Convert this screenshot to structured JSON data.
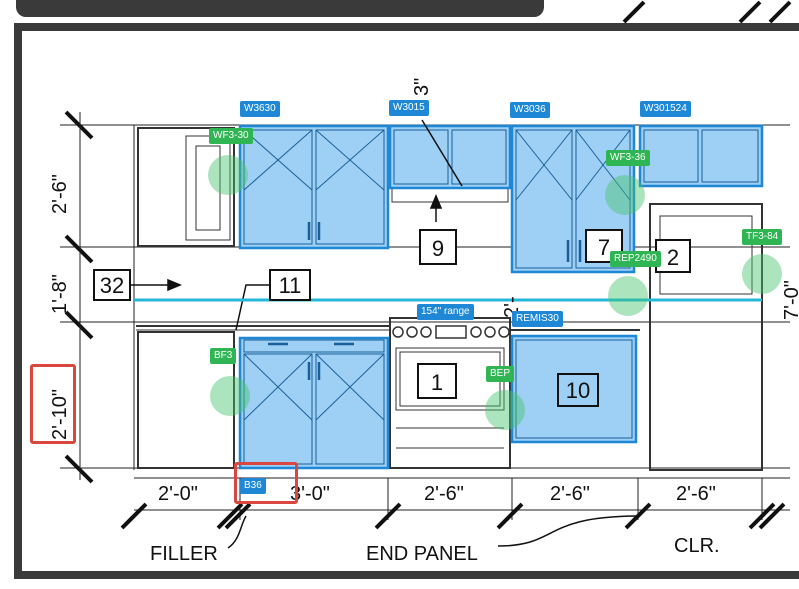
{
  "colors": {
    "frame": "#3a3a3a",
    "cabinet_fill": "#9ed0f5",
    "cabinet_stroke": "#1e88d6",
    "tag_blue": "#1e88d6",
    "tag_green": "#2fb553",
    "hotspot": "#48c46e",
    "highlight_red": "#d9473f",
    "guide_line": "#22b8d8"
  },
  "cabinet_tags": [
    "W3630",
    "W3015",
    "W3036",
    "W301524",
    "REMIS30",
    "B36",
    "154\" range"
  ],
  "marker_tags": [
    "WF3-30",
    "WF3-36",
    "TF3-84",
    "REP2490",
    "BF3",
    "BEP"
  ],
  "callouts": [
    "32",
    "11",
    "9",
    "7",
    "2",
    "1",
    "10"
  ],
  "dimensions": {
    "bottom": [
      "2'-0\"",
      "3'-0\"",
      "2'-6\"",
      "2'-6\"",
      "2'-6\""
    ],
    "left": [
      "2'-6\"",
      "1'-8\"",
      "2'-10\""
    ],
    "top": "3\"",
    "misc": [
      "2'-",
      "7'-0\""
    ]
  },
  "notes": [
    "FILLER",
    "END PANEL",
    "CLR."
  ]
}
